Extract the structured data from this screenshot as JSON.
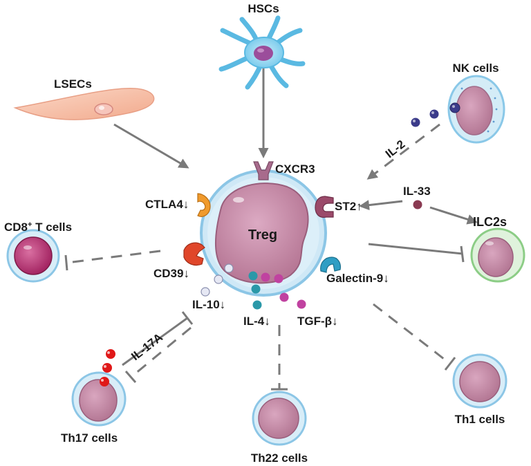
{
  "labels": {
    "hscs": "HSCs",
    "lsecs": "LSECs",
    "nk": "NK cells",
    "cxcr3": "CXCR3",
    "ctla4": "CTLA4↓",
    "st2": "ST2↑",
    "il33": "IL-33",
    "il2": "IL-2",
    "cd8_main": "CD8",
    "cd8_sup": "+",
    "cd8_rest": " T cells",
    "treg": "Treg",
    "ilc2s": "ILC2s",
    "cd39": "CD39↓",
    "galectin9": "Galectin-9↓",
    "il10": "IL-10↓",
    "il4": "IL-4↓",
    "tgfb": "TGF-β↓",
    "il17a": "IL-17A",
    "th17": "Th17 cells",
    "th22": "Th22 cells",
    "th1": "Th1 cells"
  },
  "colors": {
    "arrow": "#7a7a7a",
    "treg_membrane": "#a9d4ee",
    "treg_nucleus": "#c889a8",
    "cxcr3": "#a86b8c",
    "ctla4": "#f09a2c",
    "st2": "#9b4a6a",
    "cd39": "#e0462a",
    "galectin9": "#2f9ec4",
    "il10": "#e6e8f4",
    "il4": "#2a98a8",
    "tgfb": "#c042a0",
    "il17a": "#e01818",
    "il2": "#3b3b8a",
    "il33": "#8a3a52"
  }
}
